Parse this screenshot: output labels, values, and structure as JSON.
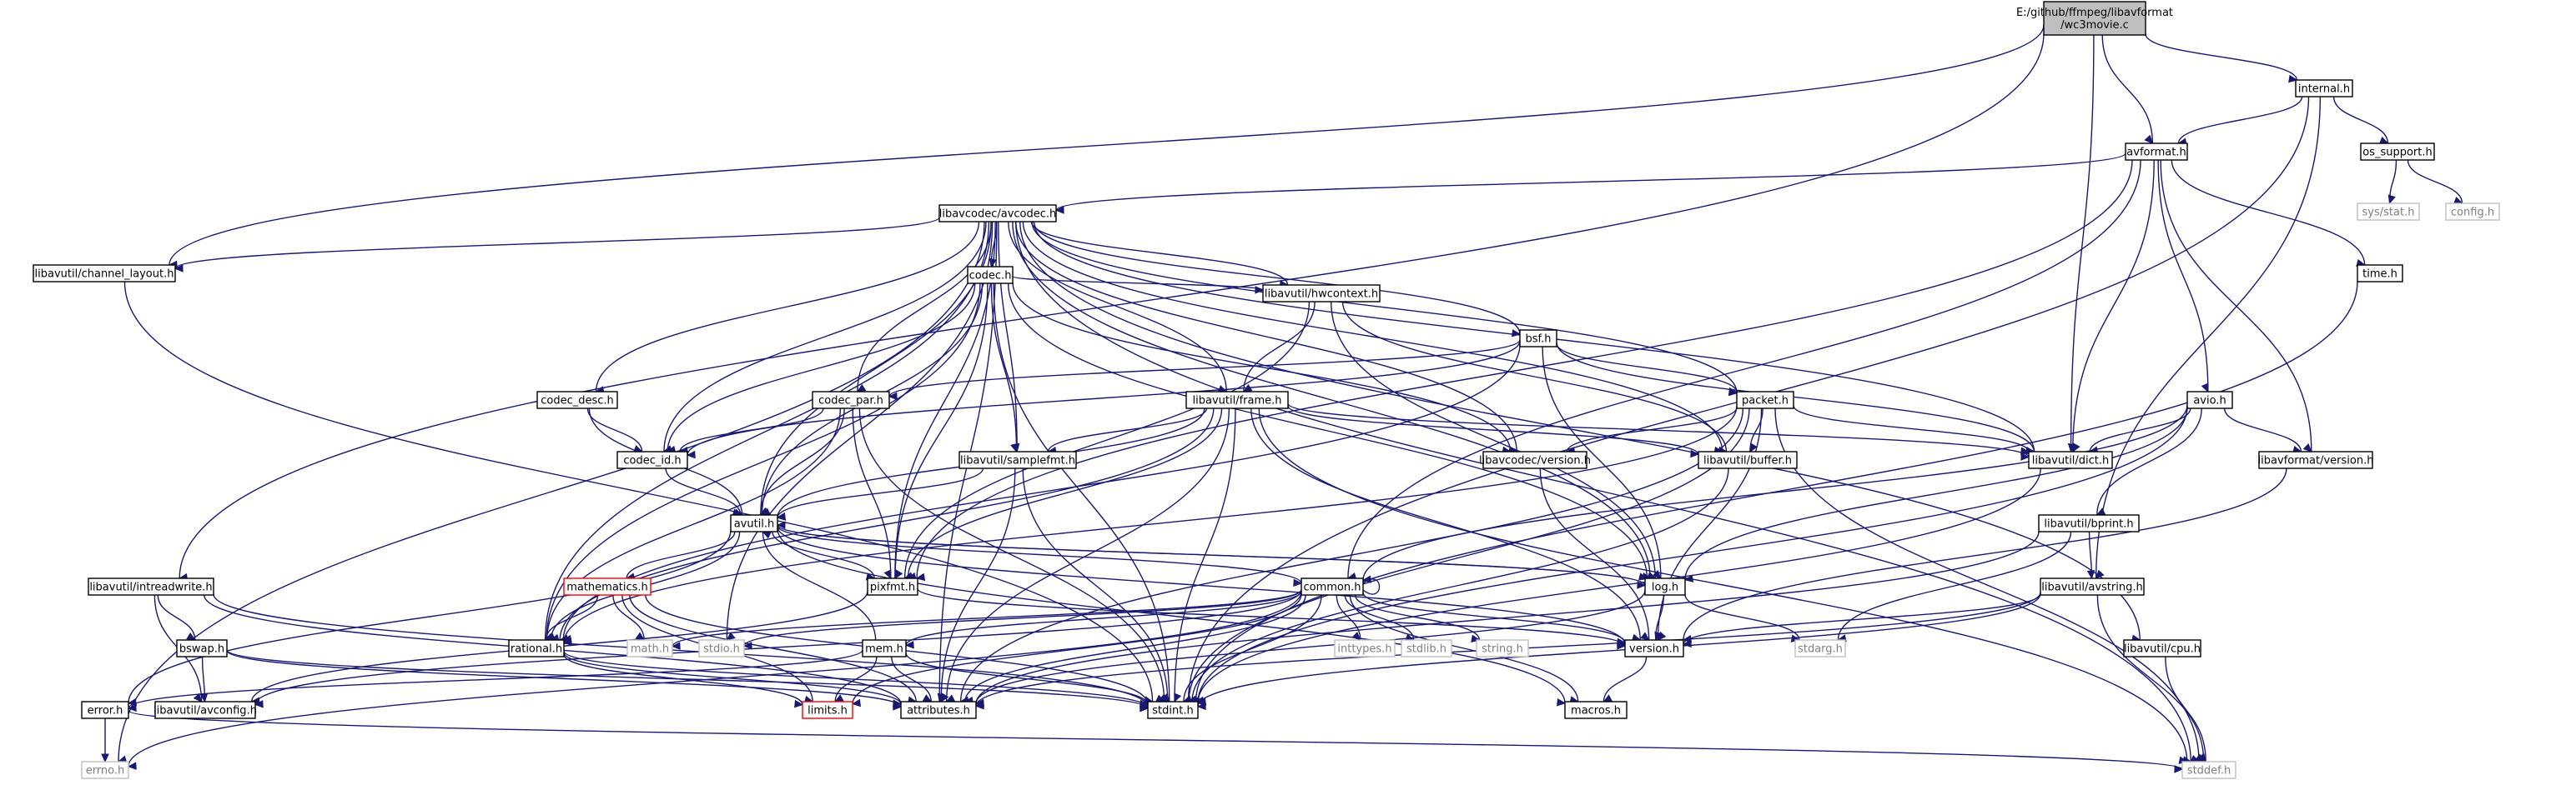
{
  "graph": {
    "title": "E:/github/ffmpeg/libavformat/wc3movie.c",
    "colors": {
      "edge": "#191970",
      "root_fill": "#bfbfbf",
      "external_border": "#bfbfbf",
      "missing_border": "#ff0000",
      "node_border": "#000000"
    },
    "nodes": [
      {
        "id": "root",
        "label": "E:/github/ffmpeg/libavformat\n/wc3movie.c",
        "kind": "root"
      },
      {
        "id": "internal",
        "label": "internal.h",
        "kind": "normal"
      },
      {
        "id": "avformat",
        "label": "avformat.h",
        "kind": "normal"
      },
      {
        "id": "os_support",
        "label": "os_support.h",
        "kind": "normal"
      },
      {
        "id": "sysstat",
        "label": "sys/stat.h",
        "kind": "external"
      },
      {
        "id": "config",
        "label": "config.h",
        "kind": "external"
      },
      {
        "id": "avcodec",
        "label": "libavcodec/avcodec.h",
        "kind": "normal"
      },
      {
        "id": "chlayout",
        "label": "libavutil/channel_layout.h",
        "kind": "normal"
      },
      {
        "id": "time",
        "label": "time.h",
        "kind": "normal"
      },
      {
        "id": "codec",
        "label": "codec.h",
        "kind": "normal"
      },
      {
        "id": "hwcontext",
        "label": "libavutil/hwcontext.h",
        "kind": "normal"
      },
      {
        "id": "bsf",
        "label": "bsf.h",
        "kind": "normal"
      },
      {
        "id": "codec_desc",
        "label": "codec_desc.h",
        "kind": "normal"
      },
      {
        "id": "codec_par",
        "label": "codec_par.h",
        "kind": "normal"
      },
      {
        "id": "frame",
        "label": "libavutil/frame.h",
        "kind": "normal"
      },
      {
        "id": "packet",
        "label": "packet.h",
        "kind": "normal"
      },
      {
        "id": "avio",
        "label": "avio.h",
        "kind": "normal"
      },
      {
        "id": "codec_id",
        "label": "codec_id.h",
        "kind": "normal"
      },
      {
        "id": "samplefmt",
        "label": "libavutil/samplefmt.h",
        "kind": "normal"
      },
      {
        "id": "lavc_version",
        "label": "libavcodec/version.h",
        "kind": "normal"
      },
      {
        "id": "buffer",
        "label": "libavutil/buffer.h",
        "kind": "normal"
      },
      {
        "id": "dict",
        "label": "libavutil/dict.h",
        "kind": "normal"
      },
      {
        "id": "lavf_version",
        "label": "libavformat/version.h",
        "kind": "normal"
      },
      {
        "id": "avutil",
        "label": "avutil.h",
        "kind": "normal"
      },
      {
        "id": "bprint",
        "label": "libavutil/bprint.h",
        "kind": "normal"
      },
      {
        "id": "intreadwrite",
        "label": "libavutil/intreadwrite.h",
        "kind": "normal"
      },
      {
        "id": "mathematics",
        "label": "mathematics.h",
        "kind": "missing"
      },
      {
        "id": "pixfmt",
        "label": "pixfmt.h",
        "kind": "normal"
      },
      {
        "id": "common",
        "label": "common.h",
        "kind": "normal"
      },
      {
        "id": "log",
        "label": "log.h",
        "kind": "normal"
      },
      {
        "id": "avstring",
        "label": "libavutil/avstring.h",
        "kind": "normal"
      },
      {
        "id": "bswap",
        "label": "bswap.h",
        "kind": "normal"
      },
      {
        "id": "rational",
        "label": "rational.h",
        "kind": "normal"
      },
      {
        "id": "math",
        "label": "math.h",
        "kind": "external"
      },
      {
        "id": "stdio",
        "label": "stdio.h",
        "kind": "external"
      },
      {
        "id": "inttypes",
        "label": "inttypes.h",
        "kind": "external"
      },
      {
        "id": "stdlib",
        "label": "stdlib.h",
        "kind": "external"
      },
      {
        "id": "string",
        "label": "string.h",
        "kind": "external"
      },
      {
        "id": "version",
        "label": "version.h",
        "kind": "normal"
      },
      {
        "id": "stdarg",
        "label": "stdarg.h",
        "kind": "external"
      },
      {
        "id": "mem",
        "label": "mem.h",
        "kind": "normal"
      },
      {
        "id": "cpu",
        "label": "libavutil/cpu.h",
        "kind": "normal"
      },
      {
        "id": "error",
        "label": "error.h",
        "kind": "normal"
      },
      {
        "id": "avconfig",
        "label": "libavutil/avconfig.h",
        "kind": "normal"
      },
      {
        "id": "limits",
        "label": "limits.h",
        "kind": "missing"
      },
      {
        "id": "attributes",
        "label": "attributes.h",
        "kind": "normal"
      },
      {
        "id": "stdint",
        "label": "stdint.h",
        "kind": "normal"
      },
      {
        "id": "macros",
        "label": "macros.h",
        "kind": "normal"
      },
      {
        "id": "errno",
        "label": "errno.h",
        "kind": "external"
      },
      {
        "id": "stddef",
        "label": "stddef.h",
        "kind": "external"
      }
    ],
    "edges": [
      [
        "root",
        "internal"
      ],
      [
        "root",
        "avformat"
      ],
      [
        "root",
        "chlayout"
      ],
      [
        "root",
        "intreadwrite"
      ],
      [
        "root",
        "dict"
      ],
      [
        "internal",
        "avformat"
      ],
      [
        "internal",
        "os_support"
      ],
      [
        "internal",
        "avstring"
      ],
      [
        "internal",
        "stdint"
      ],
      [
        "os_support",
        "sysstat"
      ],
      [
        "os_support",
        "config"
      ],
      [
        "avformat",
        "avcodec"
      ],
      [
        "avformat",
        "time"
      ],
      [
        "avformat",
        "avio"
      ],
      [
        "avformat",
        "lavf_version"
      ],
      [
        "avformat",
        "dict"
      ],
      [
        "avformat",
        "common"
      ],
      [
        "avformat",
        "pixfmt"
      ],
      [
        "avcodec",
        "chlayout"
      ],
      [
        "avcodec",
        "codec"
      ],
      [
        "avcodec",
        "hwcontext"
      ],
      [
        "avcodec",
        "bsf"
      ],
      [
        "avcodec",
        "codec_desc"
      ],
      [
        "avcodec",
        "codec_par"
      ],
      [
        "avcodec",
        "frame"
      ],
      [
        "avcodec",
        "packet"
      ],
      [
        "avcodec",
        "samplefmt"
      ],
      [
        "avcodec",
        "lavc_version"
      ],
      [
        "avcodec",
        "buffer"
      ],
      [
        "avcodec",
        "dict"
      ],
      [
        "avcodec",
        "avutil"
      ],
      [
        "avcodec",
        "pixfmt"
      ],
      [
        "avcodec",
        "log"
      ],
      [
        "avcodec",
        "rational"
      ],
      [
        "avcodec",
        "attributes"
      ],
      [
        "avcodec",
        "codec_id"
      ],
      [
        "avcodec",
        "stddef"
      ],
      [
        "avcodec",
        "stdio"
      ],
      [
        "avcodec",
        "errno"
      ],
      [
        "avcodec",
        "cpu"
      ],
      [
        "chlayout",
        "stdint"
      ],
      [
        "time",
        "stdint"
      ],
      [
        "codec",
        "hwcontext"
      ],
      [
        "codec",
        "codec_id"
      ],
      [
        "codec",
        "avutil"
      ],
      [
        "codec",
        "log"
      ],
      [
        "codec",
        "pixfmt"
      ],
      [
        "codec",
        "rational"
      ],
      [
        "codec",
        "samplefmt"
      ],
      [
        "codec",
        "lavc_version"
      ],
      [
        "codec",
        "stdint"
      ],
      [
        "hwcontext",
        "buffer"
      ],
      [
        "hwcontext",
        "frame"
      ],
      [
        "hwcontext",
        "log"
      ],
      [
        "hwcontext",
        "pixfmt"
      ],
      [
        "bsf",
        "codec_id"
      ],
      [
        "bsf",
        "codec_par"
      ],
      [
        "bsf",
        "packet"
      ],
      [
        "bsf",
        "dict"
      ],
      [
        "bsf",
        "log"
      ],
      [
        "bsf",
        "rational"
      ],
      [
        "codec_desc",
        "codec_id"
      ],
      [
        "codec_desc",
        "avutil"
      ],
      [
        "codec_par",
        "codec_id"
      ],
      [
        "codec_par",
        "avutil"
      ],
      [
        "codec_par",
        "pixfmt"
      ],
      [
        "codec_par",
        "rational"
      ],
      [
        "codec_par",
        "stdint"
      ],
      [
        "frame",
        "avutil"
      ],
      [
        "frame",
        "buffer"
      ],
      [
        "frame",
        "dict"
      ],
      [
        "frame",
        "rational"
      ],
      [
        "frame",
        "samplefmt"
      ],
      [
        "frame",
        "pixfmt"
      ],
      [
        "frame",
        "version"
      ],
      [
        "frame",
        "stdint"
      ],
      [
        "frame",
        "stddef"
      ],
      [
        "frame",
        "attributes"
      ],
      [
        "packet",
        "buffer"
      ],
      [
        "packet",
        "dict"
      ],
      [
        "packet",
        "lavc_version"
      ],
      [
        "packet",
        "rational"
      ],
      [
        "packet",
        "attributes"
      ],
      [
        "packet",
        "stdint"
      ],
      [
        "packet",
        "stddef"
      ],
      [
        "packet",
        "version"
      ],
      [
        "avio",
        "dict"
      ],
      [
        "avio",
        "log"
      ],
      [
        "avio",
        "lavf_version"
      ],
      [
        "avio",
        "common"
      ],
      [
        "avio",
        "bprint"
      ],
      [
        "avio",
        "stdint"
      ],
      [
        "codec_id",
        "avutil"
      ],
      [
        "samplefmt",
        "avutil"
      ],
      [
        "samplefmt",
        "attributes"
      ],
      [
        "samplefmt",
        "stdint"
      ],
      [
        "lavc_version",
        "version"
      ],
      [
        "buffer",
        "stdint"
      ],
      [
        "dict",
        "stdint"
      ],
      [
        "lavf_version",
        "version"
      ],
      [
        "avutil",
        "common"
      ],
      [
        "avutil",
        "error"
      ],
      [
        "avutil",
        "version"
      ],
      [
        "avutil",
        "macros"
      ],
      [
        "avutil",
        "mathematics"
      ],
      [
        "avutil",
        "rational"
      ],
      [
        "avutil",
        "log"
      ],
      [
        "avutil",
        "pixfmt"
      ],
      [
        "bprint",
        "avstring"
      ],
      [
        "bprint",
        "attributes"
      ],
      [
        "bprint",
        "stdarg"
      ],
      [
        "intreadwrite",
        "bswap"
      ],
      [
        "intreadwrite",
        "avconfig"
      ],
      [
        "intreadwrite",
        "attributes"
      ],
      [
        "intreadwrite",
        "stdint"
      ],
      [
        "mathematics",
        "rational"
      ],
      [
        "mathematics",
        "attributes"
      ],
      [
        "mathematics",
        "math"
      ],
      [
        "mathematics",
        "stdint"
      ],
      [
        "mathematics",
        "limits"
      ],
      [
        "pixfmt",
        "avconfig"
      ],
      [
        "pixfmt",
        "version"
      ],
      [
        "common",
        "attributes"
      ],
      [
        "common",
        "macros"
      ],
      [
        "common",
        "version"
      ],
      [
        "common",
        "mem"
      ],
      [
        "common",
        "errno"
      ],
      [
        "common",
        "inttypes"
      ],
      [
        "common",
        "limits"
      ],
      [
        "common",
        "math"
      ],
      [
        "common",
        "stdint"
      ],
      [
        "common",
        "stdio"
      ],
      [
        "common",
        "stdlib"
      ],
      [
        "common",
        "string"
      ],
      [
        "common",
        "avconfig"
      ],
      [
        "common",
        "common"
      ],
      [
        "log",
        "avutil"
      ],
      [
        "log",
        "attributes"
      ],
      [
        "log",
        "version"
      ],
      [
        "log",
        "stdarg"
      ],
      [
        "avstring",
        "attributes"
      ],
      [
        "avstring",
        "stddef"
      ],
      [
        "avstring",
        "stdint"
      ],
      [
        "avstring",
        "version"
      ],
      [
        "bswap",
        "avconfig"
      ],
      [
        "bswap",
        "attributes"
      ],
      [
        "bswap",
        "stdint"
      ],
      [
        "rational",
        "attributes"
      ],
      [
        "rational",
        "limits"
      ],
      [
        "rational",
        "stdint"
      ],
      [
        "version",
        "macros"
      ],
      [
        "mem",
        "attributes"
      ],
      [
        "mem",
        "error"
      ],
      [
        "mem",
        "avutil"
      ],
      [
        "mem",
        "limits"
      ],
      [
        "mem",
        "stdint"
      ],
      [
        "cpu",
        "stddef"
      ],
      [
        "error",
        "errno"
      ],
      [
        "error",
        "stddef"
      ]
    ]
  }
}
